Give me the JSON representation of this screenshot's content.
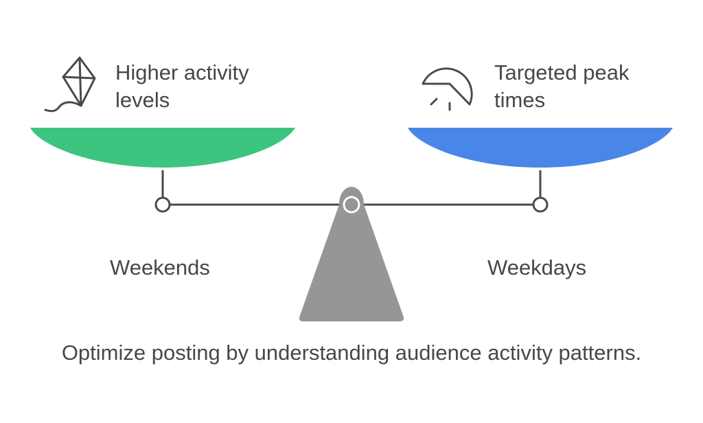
{
  "left": {
    "note": "Higher activity\nlevels",
    "label": "Weekends",
    "icon": "kite-icon",
    "color": "#3DC47E"
  },
  "right": {
    "note": "Targeted peak\ntimes",
    "label": "Weekdays",
    "icon": "pie-chart-icon",
    "color": "#4A86E8"
  },
  "caption": "Optimize posting by understanding audience activity patterns.",
  "colors": {
    "beam": "#4a4a4a",
    "base": "#969696",
    "text": "#474747"
  }
}
